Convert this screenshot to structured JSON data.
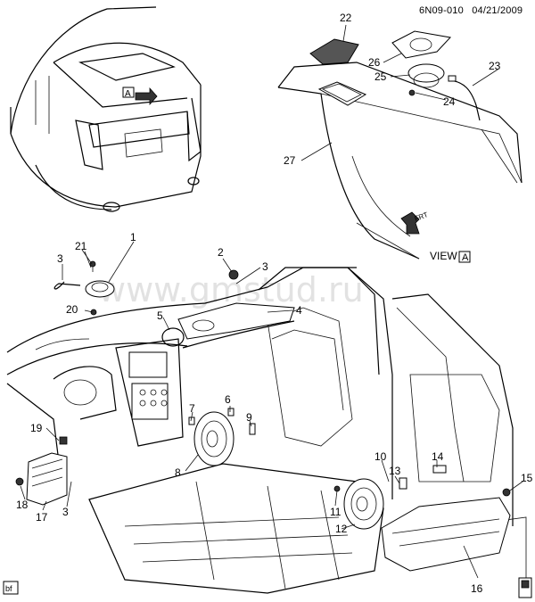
{
  "header": {
    "code": "6N09-010",
    "date": "04/21/2009"
  },
  "view": {
    "text": "VIEW",
    "marker": "A"
  },
  "watermark": "www.gmstud.ru",
  "orientation": "FRT",
  "corner_tag": "bf",
  "callouts": [
    "1",
    "2",
    "3",
    "3",
    "3",
    "4",
    "5",
    "6",
    "7",
    "8",
    "9",
    "10",
    "11",
    "12",
    "13",
    "14",
    "15",
    "16",
    "17",
    "18",
    "19",
    "20",
    "21",
    "22",
    "23",
    "24",
    "25",
    "26",
    "27"
  ]
}
